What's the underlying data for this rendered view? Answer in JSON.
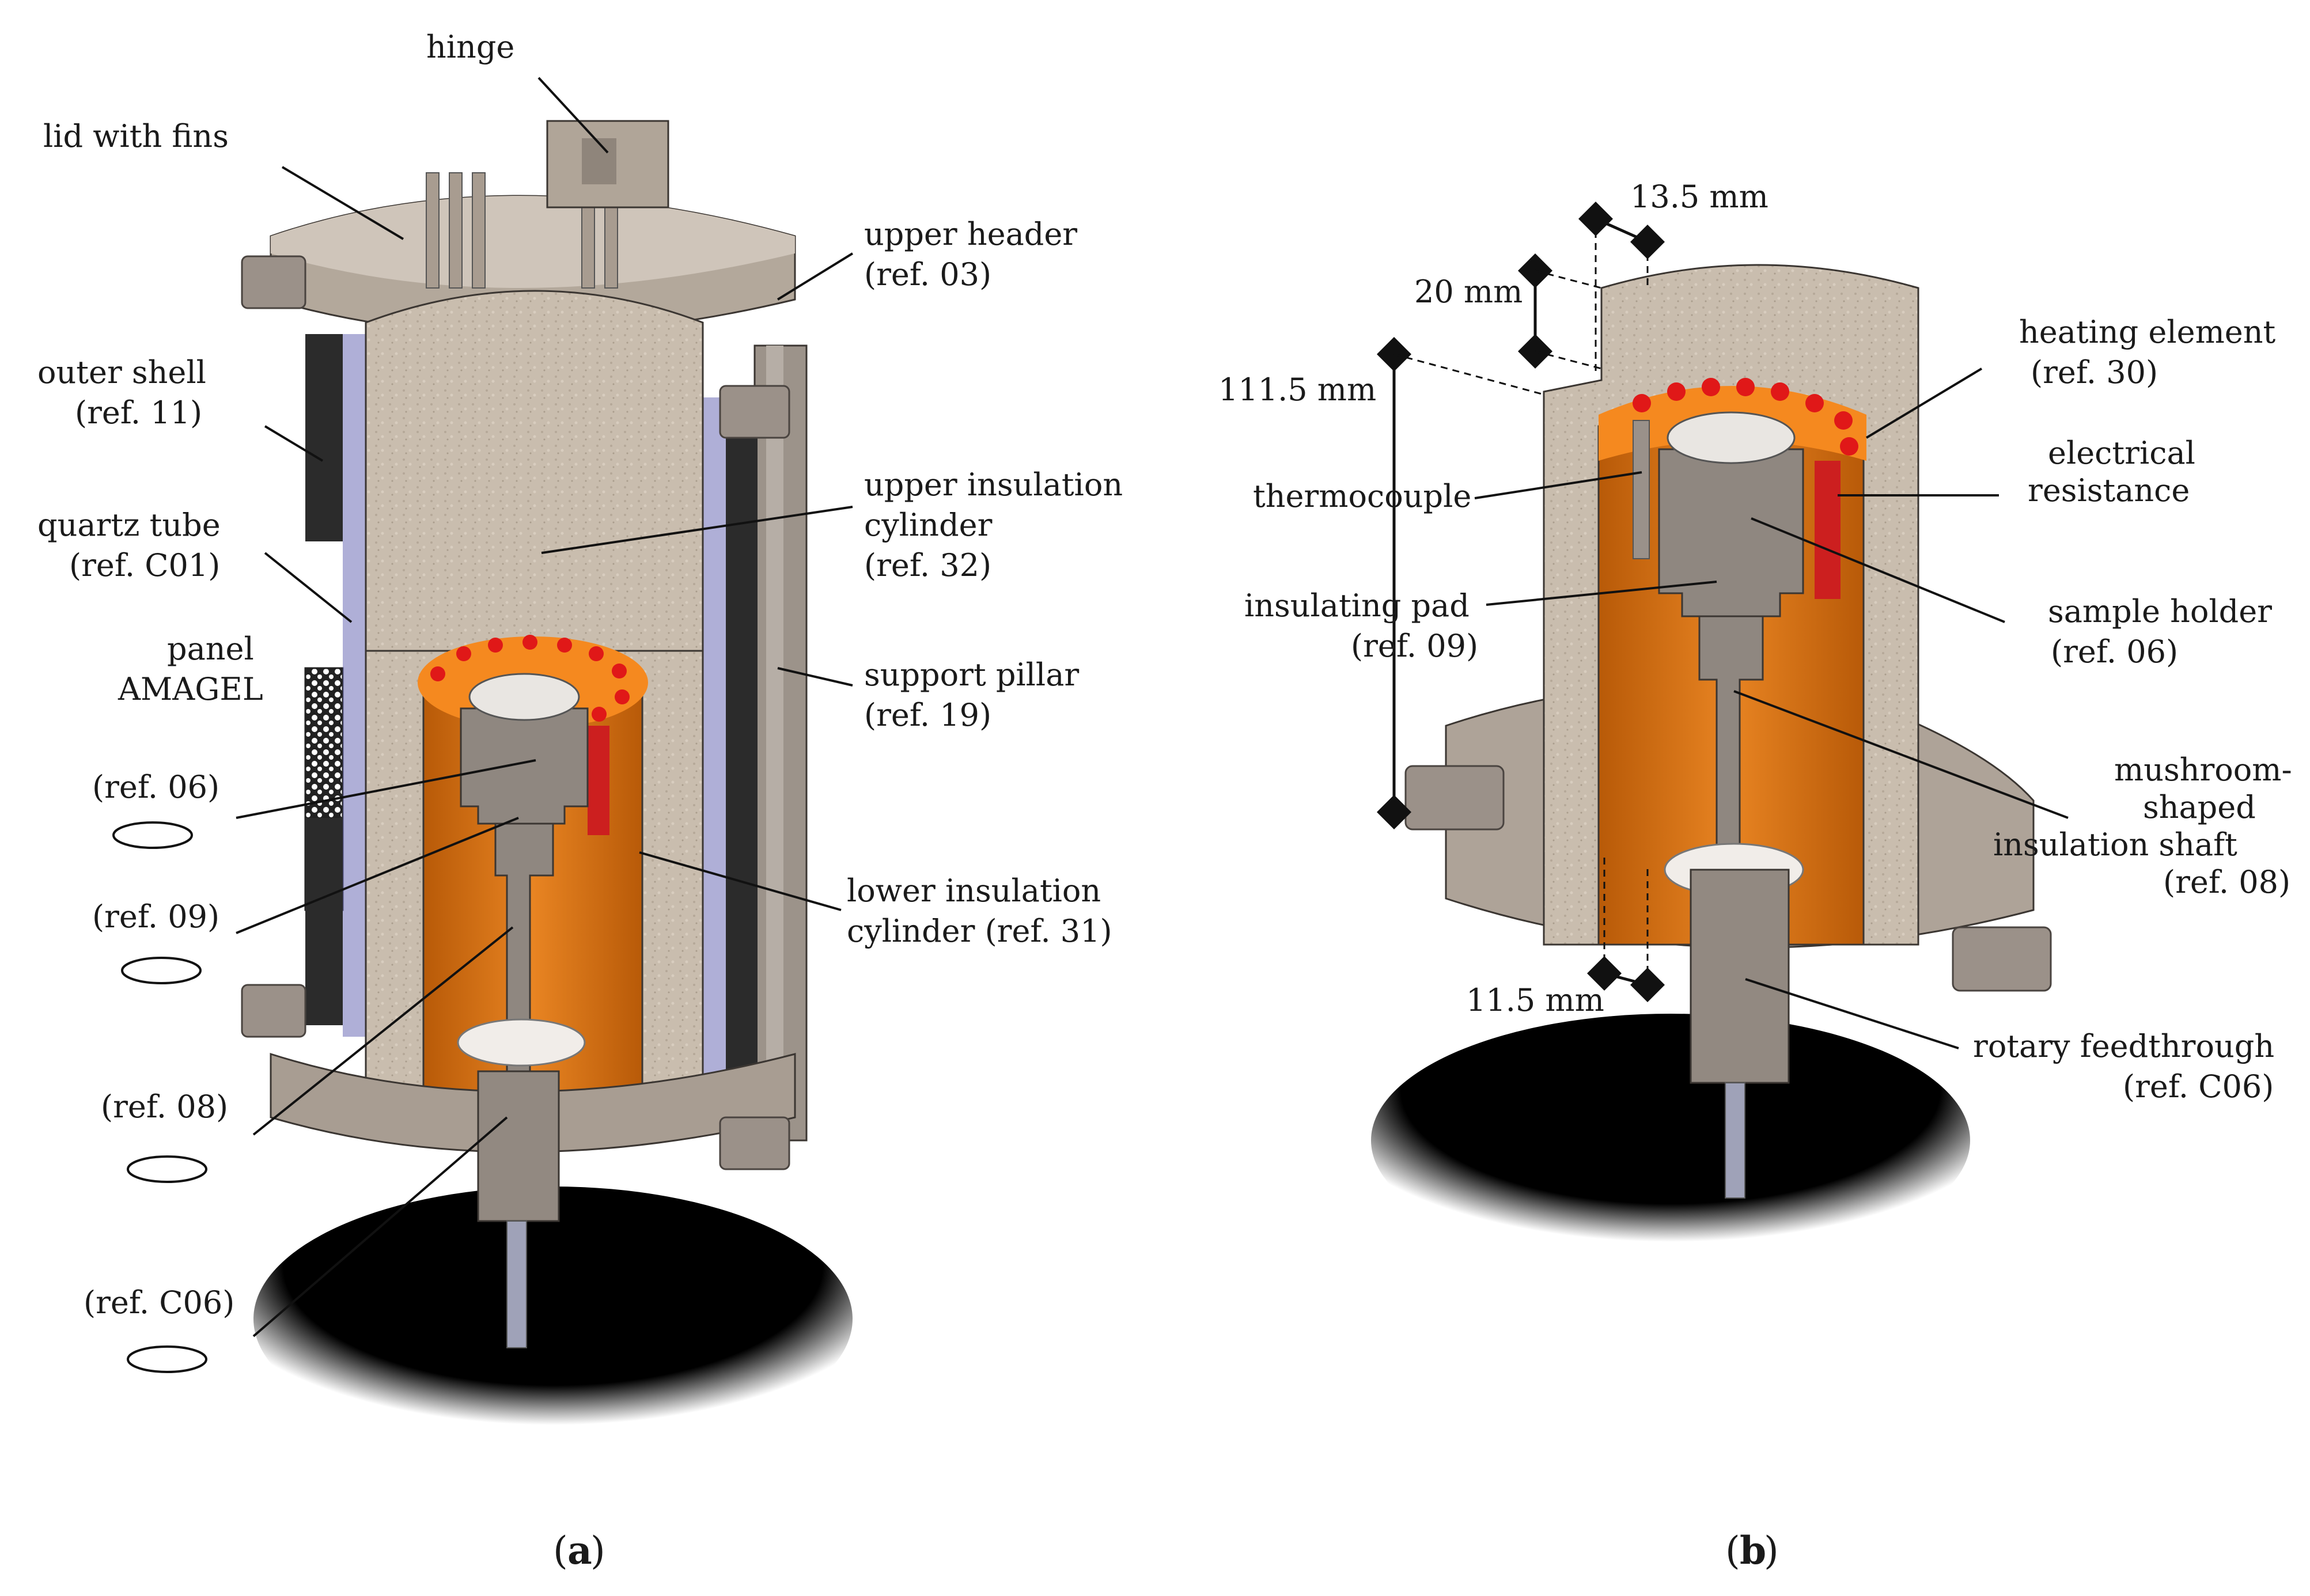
{
  "figure": {
    "panel_a": {
      "caption": "a",
      "labels": {
        "hinge": "hinge",
        "lid": "lid with fins",
        "upper_header": [
          "upper header",
          "(ref. 03)"
        ],
        "outer_shell": [
          "outer shell",
          "(ref. 11)"
        ],
        "quartz_tube": [
          "quartz tube",
          "(ref. C01)"
        ],
        "panel": [
          "panel",
          "AMAGEL"
        ],
        "upper_insulation": [
          "upper insulation",
          "cylinder",
          "(ref. 32)"
        ],
        "support_pillar": [
          "support pillar",
          "(ref. 19)"
        ],
        "lower_insulation": [
          "lower insulation",
          "cylinder (ref. 31)"
        ],
        "ref06": "(ref. 06)",
        "ref09": "(ref. 09)",
        "ref08": "(ref. 08)",
        "refC06": "(ref. C06)"
      }
    },
    "panel_b": {
      "caption": "b",
      "dimensions": {
        "d1": "13.5 mm",
        "d2": "20 mm",
        "d3": "111.5 mm",
        "d4": "11.5 mm"
      },
      "labels": {
        "heating_element": [
          "heating element",
          "(ref. 30)"
        ],
        "electrical_resistance": [
          "electrical",
          "resistance"
        ],
        "thermocouple": "thermocouple",
        "insulating_pad": [
          "insulating pad",
          "(ref. 09)"
        ],
        "sample_holder": [
          "sample holder",
          "(ref. 06)"
        ],
        "mushroom_shaft": [
          "mushroom-",
          "shaped",
          "insulation shaft",
          "(ref. 08)"
        ],
        "rotary_feedthrough": [
          "rotary feedthrough",
          "(ref. C06)"
        ]
      }
    },
    "colors": {
      "insulation": "#c9bdae",
      "metal": "#a39a91",
      "copper": "#d9720f",
      "heater_ring": "#f5891f",
      "resistance": "#cc1f1f",
      "shell": "#2b2b2b",
      "quartz": "#5c5ca8"
    }
  }
}
